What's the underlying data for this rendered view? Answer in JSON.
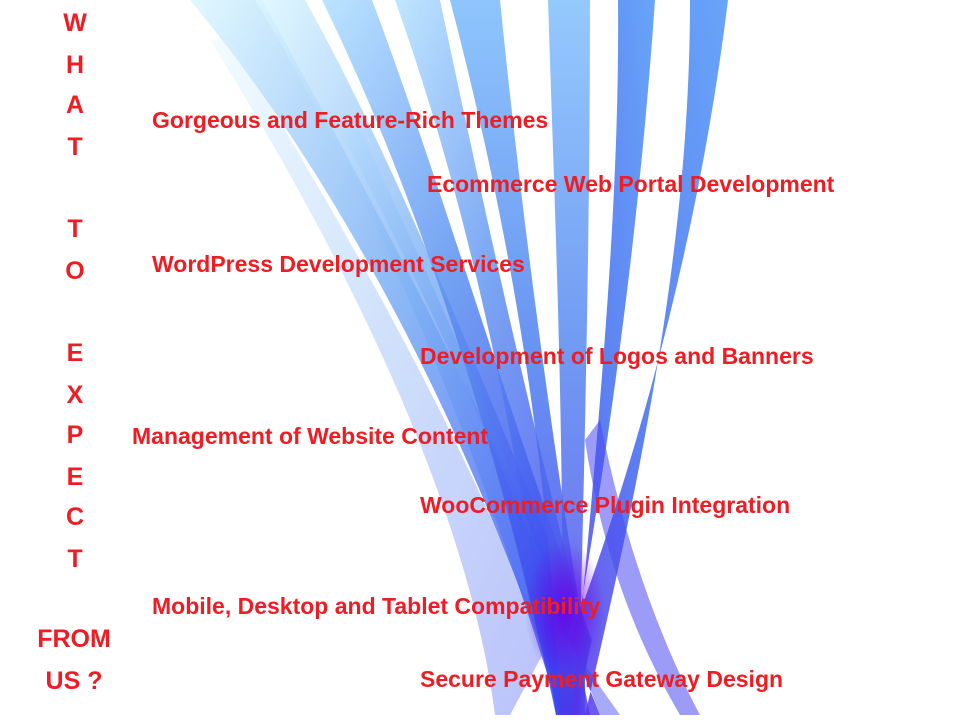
{
  "heading_letters": [
    "W",
    "H",
    "A",
    "T",
    "T",
    "O",
    "E",
    "X",
    "P",
    "E",
    "C",
    "T"
  ],
  "closing": {
    "line1": "FROM",
    "line2": "US ?"
  },
  "services": [
    "Gorgeous and Feature-Rich Themes",
    "Ecommerce Web Portal Development",
    "WordPress Development Services",
    "Development of Logos and Banners",
    "Management of Website Content",
    "WooCommerce Plugin Integration",
    "Mobile, Desktop and Tablet Compatibility",
    "Secure Payment Gateway Design"
  ],
  "colors": {
    "text": "#ee1d24",
    "ribbon_light": "#cfeeff",
    "ribbon_mid": "#4a8cf0",
    "ribbon_dark": "#2a3df0",
    "ribbon_focus": "#5a00e8",
    "background": "#ffffff"
  }
}
